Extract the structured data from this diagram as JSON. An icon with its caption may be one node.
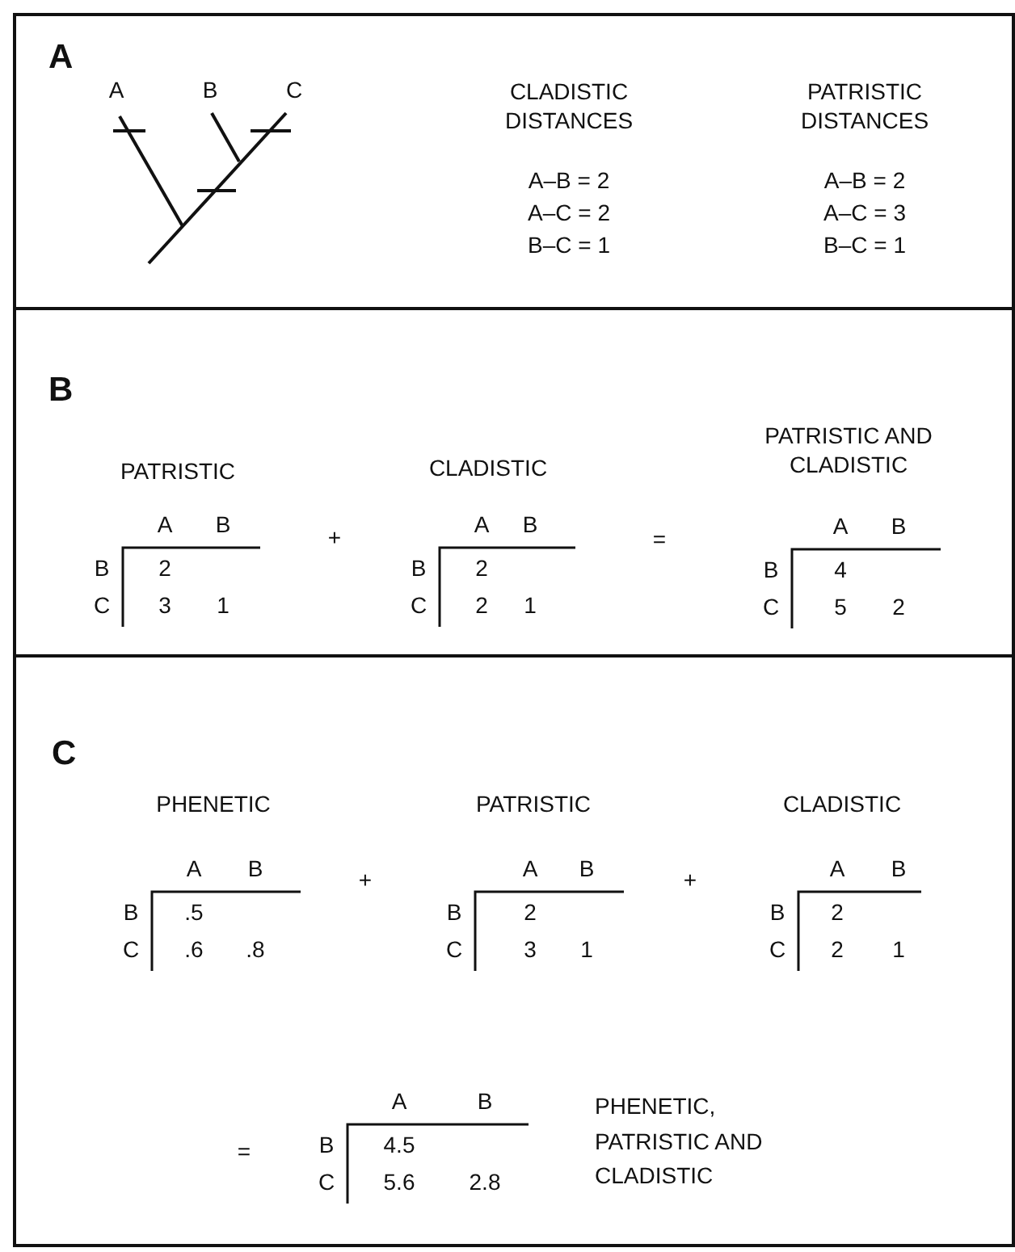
{
  "diagram": {
    "nodes": [
      {
        "text": [
          "A"
        ]
      },
      {
        "text": [
          "B"
        ]
      },
      {
        "text": [
          "C"
        ]
      }
    ],
    "labels": [
      "A",
      "B",
      "C",
      "CLADISTIC DISTANCES",
      "PATRISTIC DISTANCES",
      "A–B = 2",
      "A–B = 2",
      "A–C = 2",
      "A–C = 3",
      "B–C = 1",
      "B–C = 1",
      "PATRISTIC",
      "CLADISTIC",
      "PATRISTIC AND CLADISTIC",
      "A",
      "B",
      "B",
      "2",
      "C",
      "3",
      "1",
      "+",
      "A",
      "B",
      "B",
      "2",
      "C",
      "2",
      "1",
      "=",
      "A",
      "B",
      "B",
      "4",
      "C",
      "5",
      "2",
      "PHENETIC",
      "PATRISTIC",
      "CLADISTIC",
      "A",
      "B",
      "B",
      ".5",
      "C",
      ".6",
      ".8",
      "+",
      "A",
      "B",
      "B",
      "2",
      "C",
      "3",
      "1",
      "+",
      "A",
      "B",
      "B",
      "2",
      "C",
      "2",
      "1",
      "=",
      "A",
      "B",
      "B",
      "4.5",
      "C",
      "5.6",
      "2.8",
      "PHENETIC, PATRISTIC AND CLADISTIC"
    ]
  }
}
